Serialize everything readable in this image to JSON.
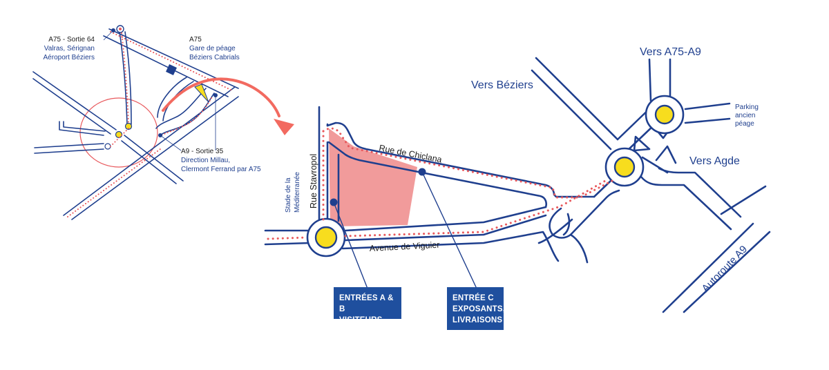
{
  "overview": {
    "exit_a75": {
      "title": "A75 - Sortie 64",
      "line1": "Valras, Sérignan",
      "line2": "Aéroport Béziers"
    },
    "toll": {
      "title": "A75",
      "line1": "Gare de péage",
      "line2": "Béziers Cabrials"
    },
    "exit_a9": {
      "title": "A9 - Sortie 35",
      "line1": "Direction Millau,",
      "line2": "Clermont Ferrand par A75"
    }
  },
  "detail": {
    "streets": {
      "chiclana": "Rue de Chiclana",
      "stavropol": "Rue Stavropol",
      "viguier": "Avenue de Viguier",
      "stade_line1": "Stade de la",
      "stade_line2": "Méditerranée",
      "autoroute": "Autoroute A9"
    },
    "directions": {
      "beziers": "Vers Béziers",
      "a75_a9": "Vers A75-A9",
      "agde": "Vers Agde"
    },
    "parking": {
      "line1": "Parking",
      "line2": "ancien",
      "line3": "péage"
    }
  },
  "entrances": {
    "ab": {
      "line1": "ENTRÉES A & B",
      "line2": "VISITEURS"
    },
    "c": {
      "line1": "ENTRÉE C",
      "line2": "EXPOSANTS,",
      "line3": "LIVRAISONS"
    }
  },
  "colors": {
    "road": "#1f3f8e",
    "route": "#e8585c",
    "site_area": "#f19b9b",
    "roundabout": "#f7dd1e",
    "badge": "#1f4f9e"
  }
}
